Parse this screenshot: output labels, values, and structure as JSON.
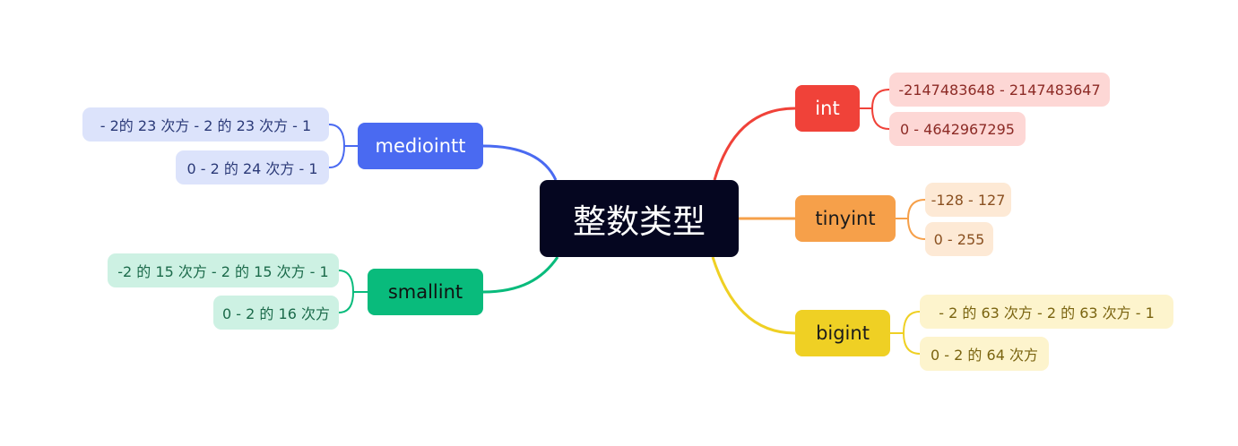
{
  "root": {
    "label": "整数类型"
  },
  "colors": {
    "root": "#050620",
    "int": "#f04239",
    "tinyint": "#f6a04a",
    "bigint": "#efd024",
    "mediumint": "#4a6af1",
    "smallint": "#09bb7c"
  },
  "branches": {
    "int": {
      "label": "int",
      "ranges": [
        "-2147483648 - 2147483647",
        "0 - 4642967295"
      ]
    },
    "tinyint": {
      "label": "tinyint",
      "ranges": [
        "-128 - 127",
        "0 - 255"
      ]
    },
    "bigint": {
      "label": "bigint",
      "ranges": [
        "- 2 的 63 次方 - 2 的 63 次方 - 1",
        "0 - 2 的 64 次方"
      ]
    },
    "mediumint": {
      "label": "mediointt",
      "ranges": [
        "- 2的 23 次方  - 2 的 23 次方 - 1",
        "0 - 2 的 24 次方 - 1"
      ]
    },
    "smallint": {
      "label": "smallint",
      "ranges": [
        "-2 的 15 次方 - 2 的 15 次方 - 1",
        "0 - 2 的 16 次方"
      ]
    }
  }
}
